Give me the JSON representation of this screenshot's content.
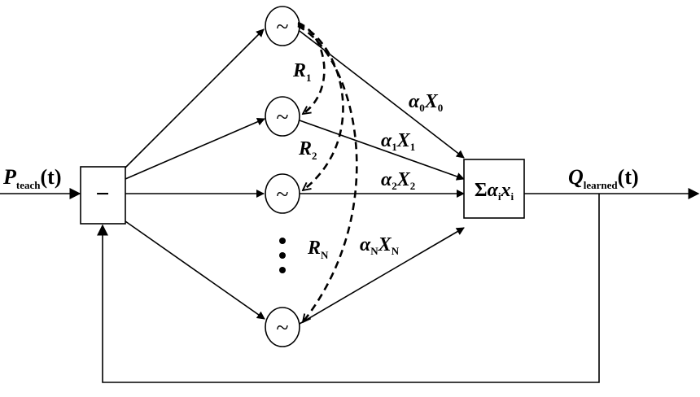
{
  "input": {
    "symbol": "P",
    "subscript": "teach",
    "arg": "(t)"
  },
  "output": {
    "symbol": "Q",
    "subscript": "learned",
    "arg": "(t)"
  },
  "subtractor": {
    "label": "−"
  },
  "oscillator": {
    "glyph": "~"
  },
  "summer": {
    "sigma": "Σ",
    "alpha": "α",
    "alpha_sub": "i",
    "x": "x",
    "x_sub": "i"
  },
  "ellipsis": "⋮",
  "weights": [
    {
      "alpha": "α",
      "asub": "0",
      "X": "X",
      "xsub": "0"
    },
    {
      "alpha": "α",
      "asub": "1",
      "X": "X",
      "xsub": "1"
    },
    {
      "alpha": "α",
      "asub": "2",
      "X": "X",
      "xsub": "2"
    },
    {
      "alpha": "α",
      "asub": "N",
      "X": "X",
      "xsub": "N"
    }
  ],
  "couplings": [
    {
      "symbol": "R",
      "sub": "1"
    },
    {
      "symbol": "R",
      "sub": "2"
    },
    {
      "symbol": "R",
      "sub": "N"
    }
  ]
}
